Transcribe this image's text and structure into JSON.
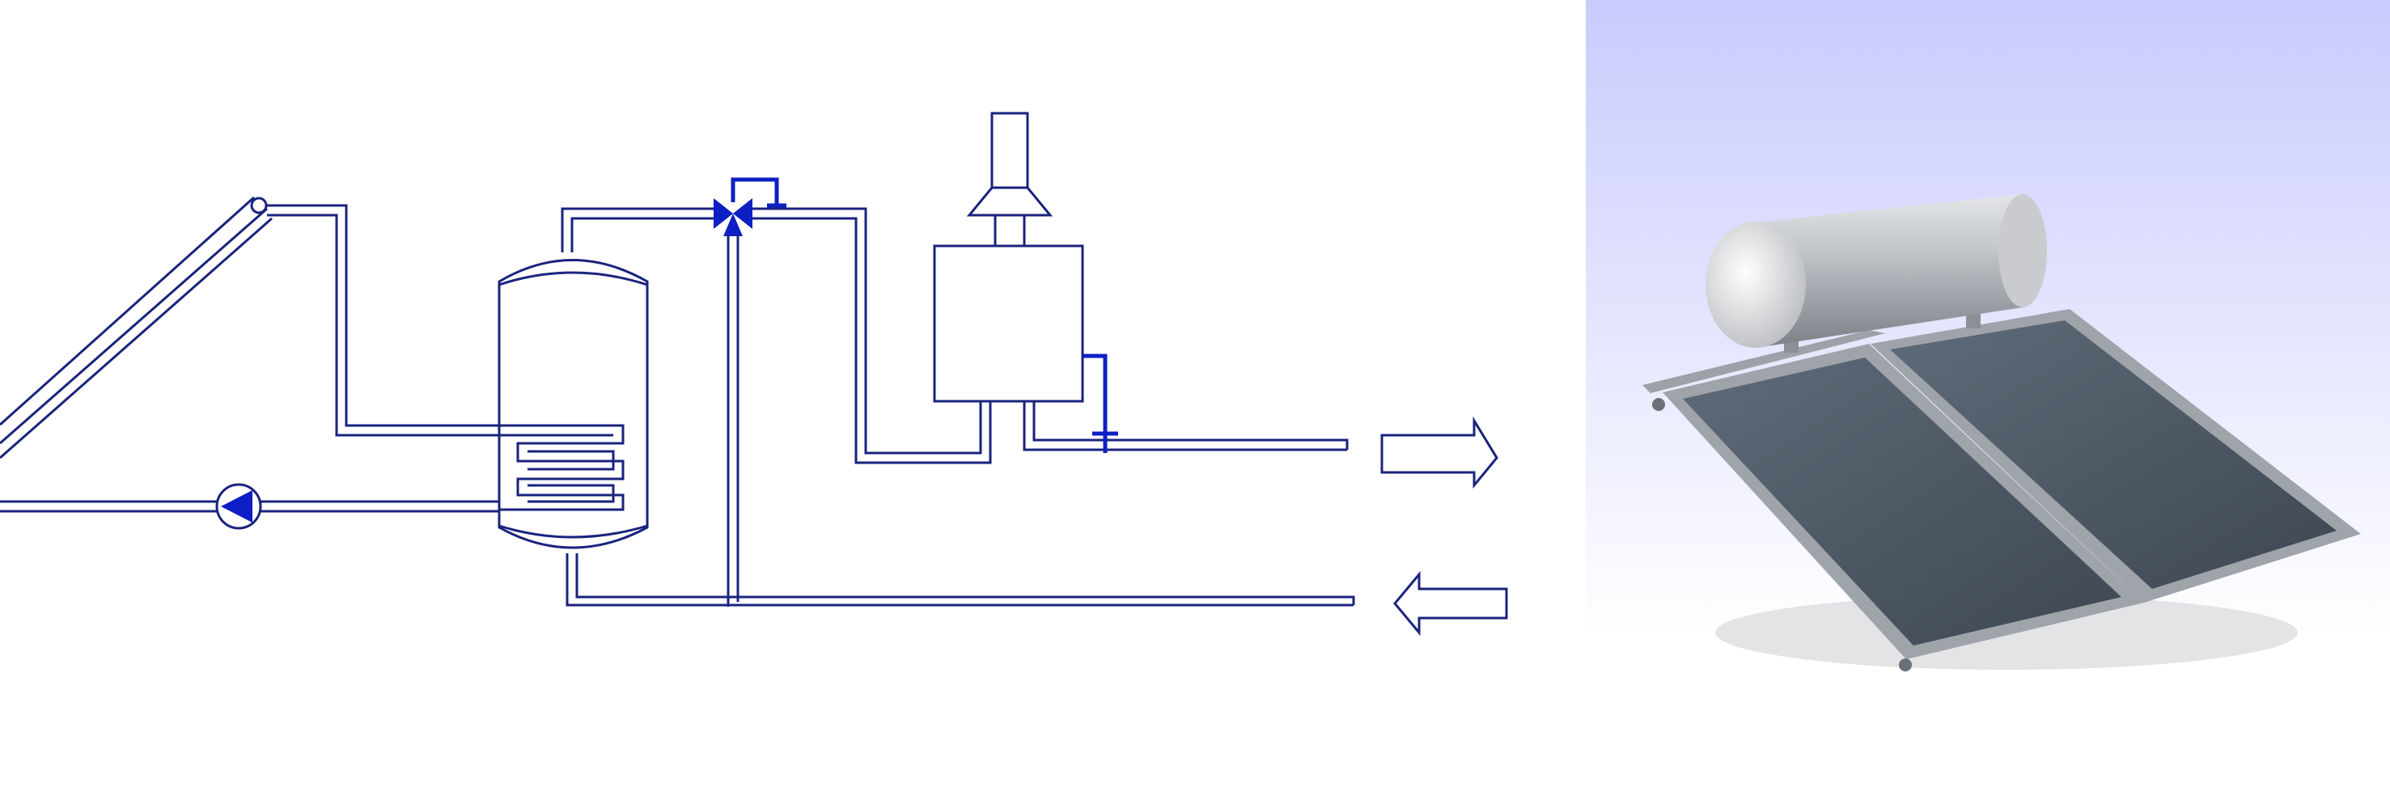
{
  "palette": {
    "pipe": "#1a237e",
    "accent": "#0d1fc4",
    "background": "#ffffff",
    "sky_top": "#c9cbfd",
    "sky_bottom": "#ffffff",
    "panel_frame": "#a8acb3",
    "panel_glass": "#4d5966",
    "tank_body": "#b9bcc1"
  },
  "diagram": {
    "components": [
      {
        "id": "solar-collector",
        "icon": "collector-panel-icon"
      },
      {
        "id": "circulation-pump",
        "icon": "pump-icon"
      },
      {
        "id": "storage-tank",
        "icon": "tank-coil-icon"
      },
      {
        "id": "thermostatic-mixing-valve",
        "icon": "mixing-valve-icon"
      },
      {
        "id": "backup-boiler",
        "icon": "boiler-icon"
      },
      {
        "id": "boiler-flue",
        "icon": "chimney-icon"
      },
      {
        "id": "boiler-gas-valve",
        "icon": "valve-handle-icon"
      }
    ],
    "flows": [
      {
        "id": "hot-water-out",
        "direction": "right",
        "icon": "arrow-right-icon"
      },
      {
        "id": "cold-water-in",
        "direction": "left",
        "icon": "arrow-left-icon"
      }
    ]
  },
  "photo": {
    "subject": "thermosiphon-solar-water-heater",
    "icon": "solar-heater-photo"
  }
}
